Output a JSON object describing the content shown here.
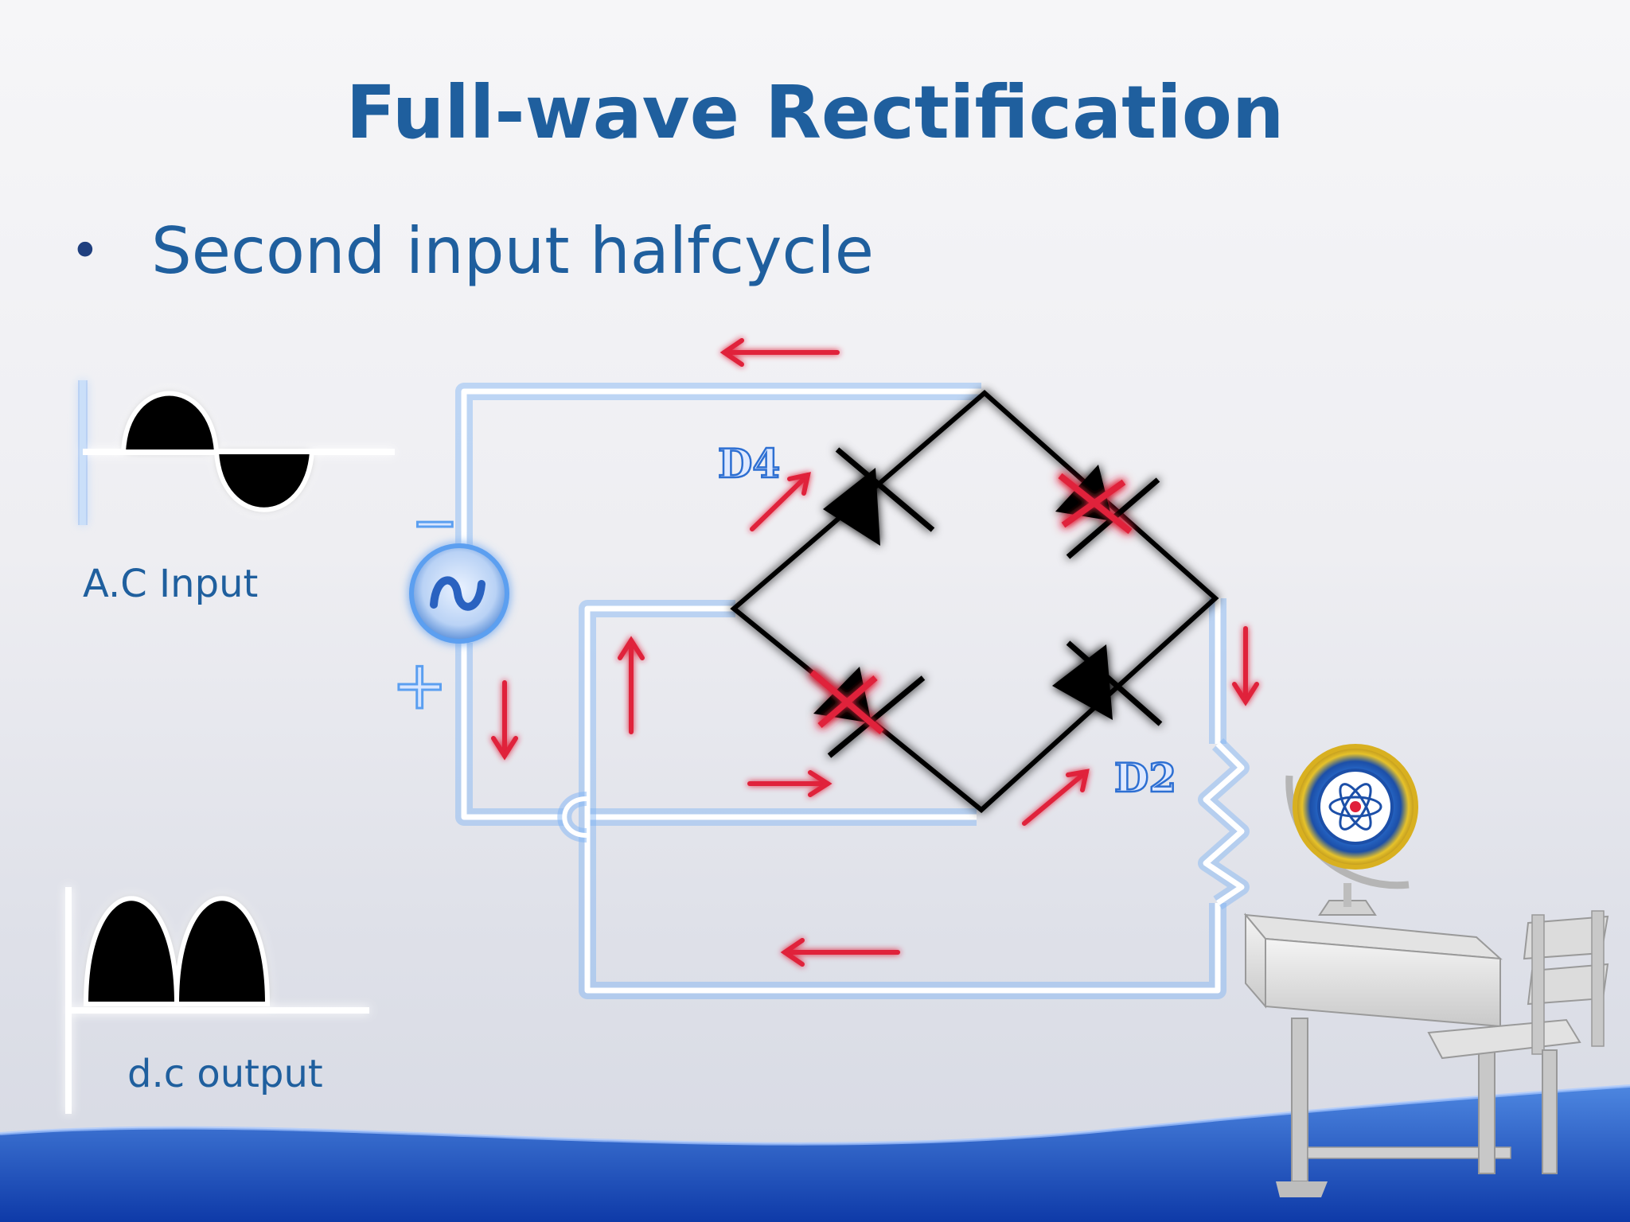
{
  "slide": {
    "title": "Full-wave Rectification",
    "bullet": "Second input halfcycle"
  },
  "labels": {
    "ac_input": "A.C Input",
    "dc_output": "d.c output",
    "minus": "−",
    "plus": "+",
    "d4": "D4",
    "d2": "D2"
  },
  "colors": {
    "title": "#1f5f9e",
    "wire_glow": "#5b9ff0",
    "arrow": "#e0203a",
    "bridge": "#000000"
  },
  "icons": [
    "ac-source-icon",
    "university-globe-logo",
    "school-desk-chair-image"
  ]
}
